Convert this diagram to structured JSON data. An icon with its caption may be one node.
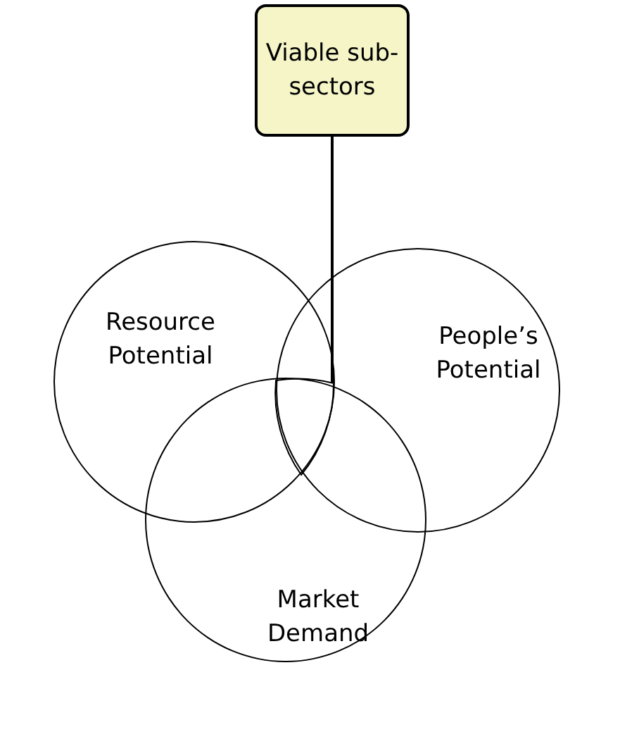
{
  "diagram": {
    "nodes": [
      {
        "text": [
          "Viable sub-sectors"
        ]
      },
      {
        "text": [
          "Resource Potential"
        ]
      },
      {
        "text": [
          "People’s Potential"
        ]
      },
      {
        "text": [
          "Market Demand"
        ]
      },
      {
        "text": [],
        "shape": "region"
      }
    ],
    "edges": [
      {
        "from": 0,
        "to": 4,
        "arrow": "none"
      }
    ]
  }
}
